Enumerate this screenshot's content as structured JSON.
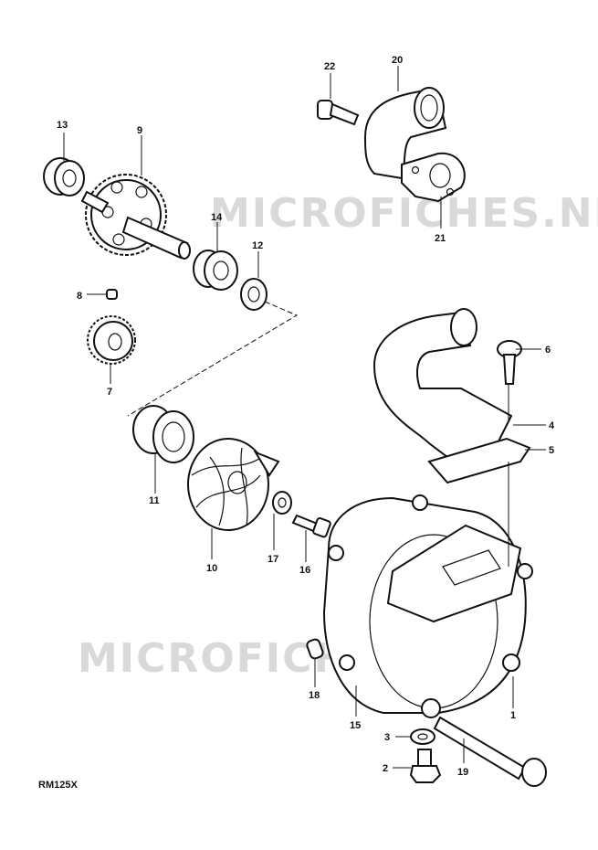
{
  "watermark": {
    "text": "MICROFICHES.NET"
  },
  "model_code": "RM125X",
  "callouts": [
    "1",
    "2",
    "3",
    "4",
    "5",
    "6",
    "7",
    "8",
    "9",
    "10",
    "11",
    "12",
    "13",
    "14",
    "15",
    "16",
    "17",
    "18",
    "19",
    "20",
    "21",
    "22"
  ]
}
